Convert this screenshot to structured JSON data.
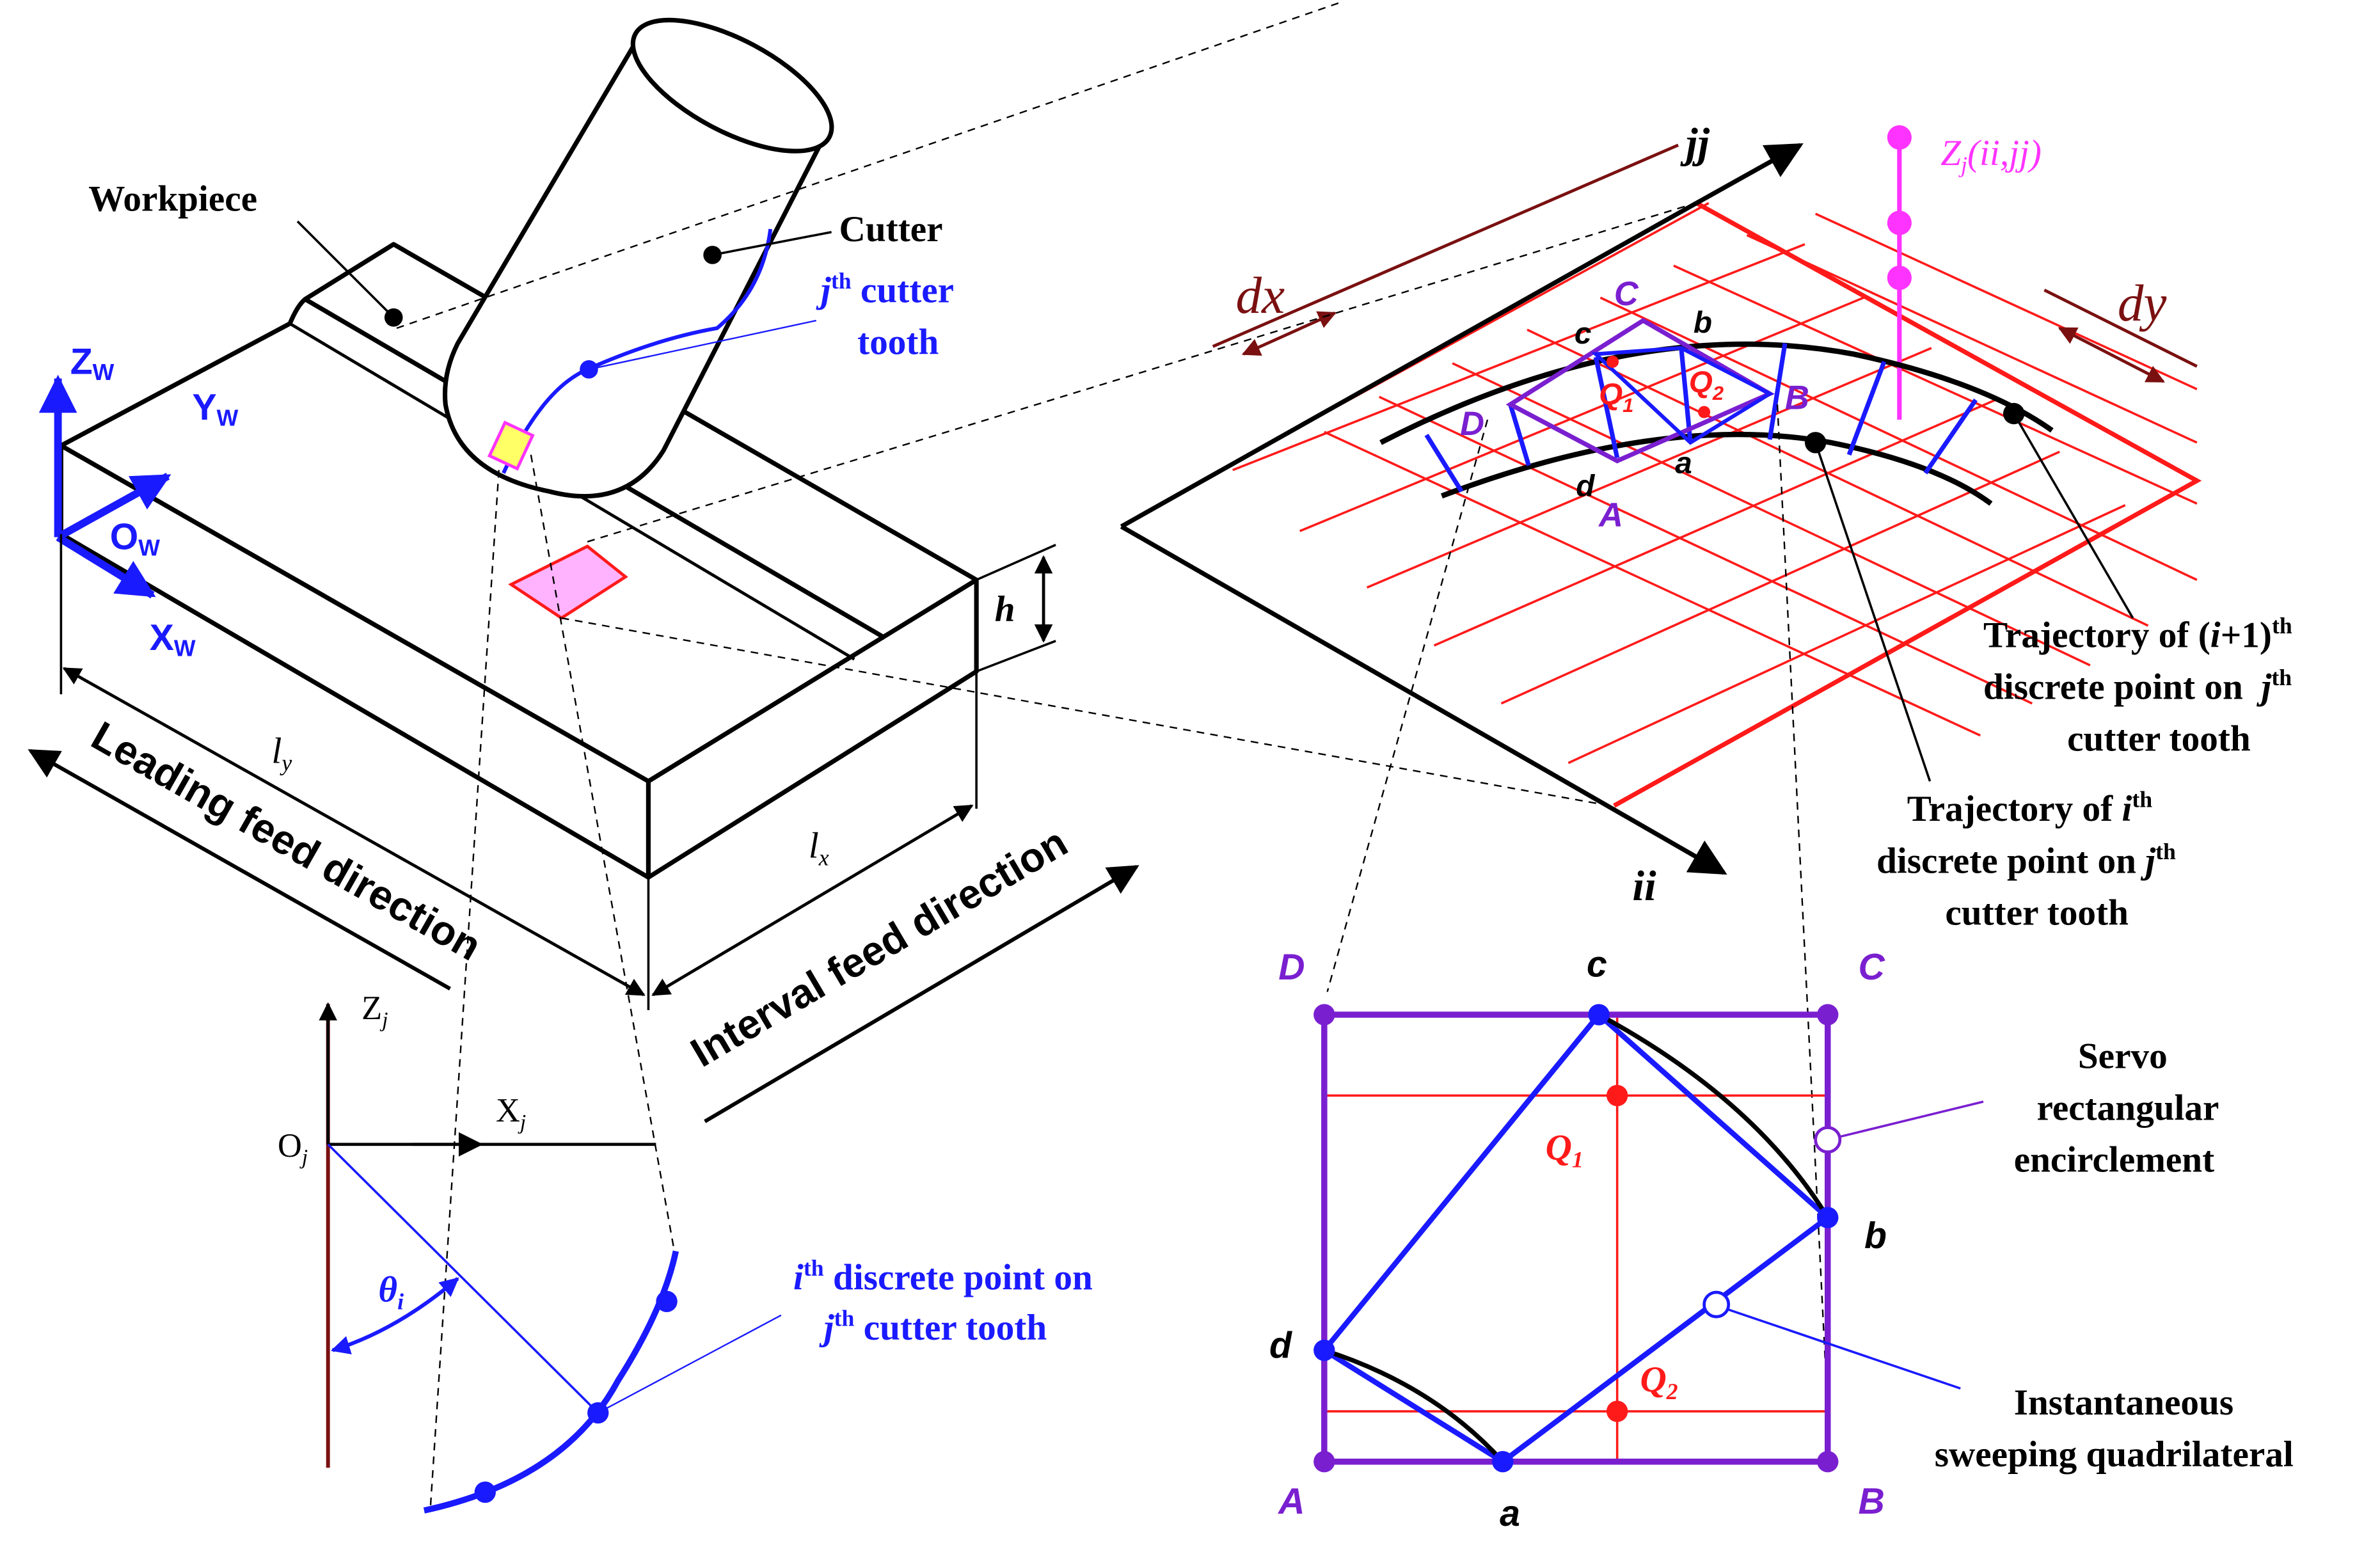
{
  "colors": {
    "black": "#000000",
    "blue": "#1a1aff",
    "red": "#ff1a1a",
    "purple": "#7a1fd0",
    "magenta": "#ff33ff",
    "darkred": "#7a1010",
    "pink": "#ffb3ff",
    "yellow": "#ffff66"
  },
  "labels": {
    "workpiece": "Workpiece",
    "cutter": "Cutter",
    "jth_cutter_sup": "th",
    "jth_cutter_tooth": "cutter",
    "jth_cutter_tooth2": "tooth",
    "zw": "Z",
    "yw": "Y",
    "ow": "O",
    "xw": "X",
    "w_sub": "W",
    "h": "h",
    "ly": "l",
    "ly_sub": "y",
    "lx": "l",
    "lx_sub": "x",
    "leading_feed": "Leading feed direction",
    "interval_feed": "Interval feed direction",
    "zj": "Z",
    "xj": "X",
    "oj": "O",
    "j_sub": "j",
    "theta": "θ",
    "theta_sub": "i",
    "ith_point_line1_var": "i",
    "ith_point_line1_sup": "th",
    "ith_point_line1_text": " discrete point on",
    "ith_point_line2_var": "j",
    "ith_point_line2_sup": "th",
    "ith_point_line2_text": " cutter tooth",
    "jj": "jj",
    "ii": "ii",
    "zj_iijj": "Z",
    "zj_iijj_rest": "(ii,jj)",
    "dx": "dx",
    "dy": "dy",
    "C": "C",
    "B": "B",
    "D": "D",
    "A": "A",
    "a": "a",
    "b": "b",
    "c": "c",
    "d": "d",
    "Q": "Q",
    "q1_sub": "1",
    "q2_sub": "2",
    "traj_i1_line1": "Trajectory of (",
    "traj_i1_var": "i",
    "traj_i1_mid": "+1)",
    "traj_i1_sup": "th",
    "traj_i1_line2": "discrete point on ",
    "traj_i1_line2_var": "j",
    "traj_i1_line2_sup": "th",
    "traj_i1_line3": "cutter tooth",
    "traj_i_line1": "Trajectory of ",
    "traj_i_var": "i",
    "traj_i_sup": "th",
    "traj_i_line2": "discrete point on ",
    "traj_i_line2_var": "j",
    "traj_i_line2_sup": "th",
    "traj_i_line3": "cutter tooth",
    "servo_line1": "Servo",
    "servo_line2": "rectangular",
    "servo_line3": "encirclement",
    "inst_line1": "Instantaneous",
    "inst_line2": "sweeping quadrilateral"
  }
}
